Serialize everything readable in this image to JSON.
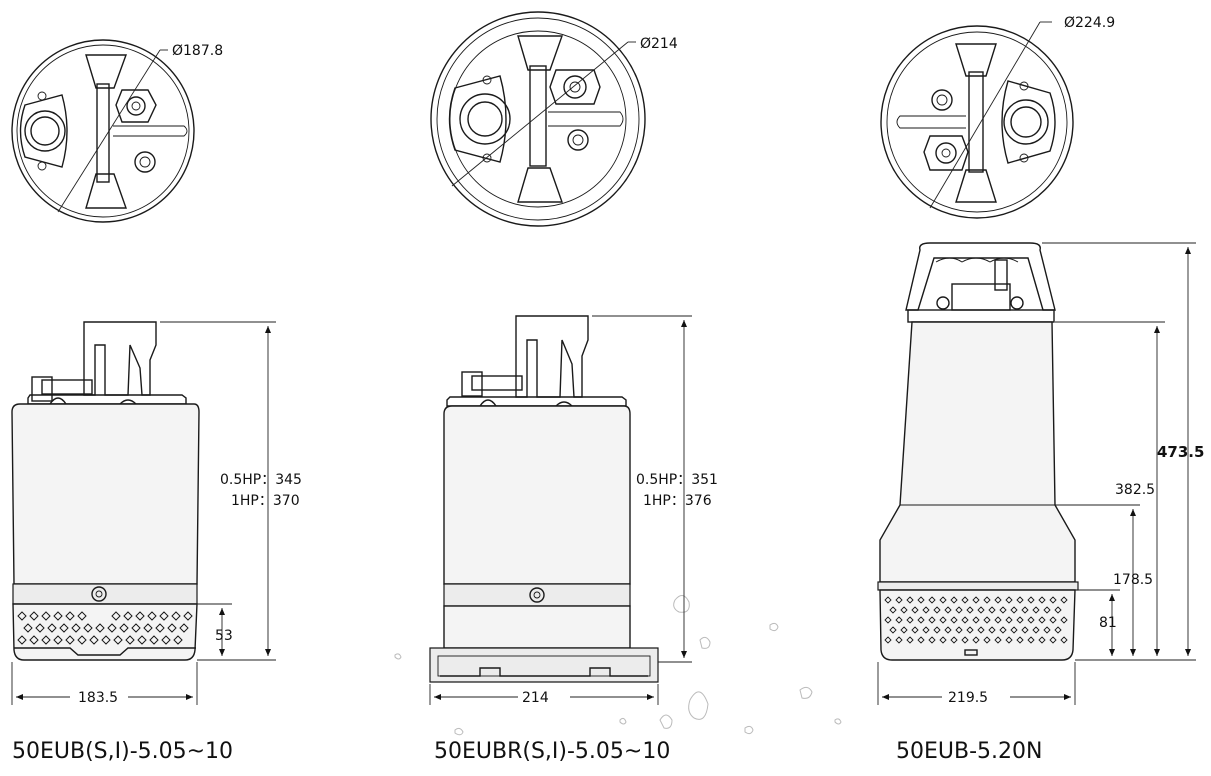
{
  "pumps": [
    {
      "model": "50EUB(S,I)-5.05~10",
      "diameter_label": "Ø187.8",
      "height_label_1": "0.5HP：345",
      "height_label_2": "1HP：370",
      "strainer_height": "53",
      "width_label": "183.5"
    },
    {
      "model": "50EUBR(S,I)-5.05~10",
      "diameter_label": "Ø214",
      "height_label_1": "0.5HP：351",
      "height_label_2": "1HP：376",
      "width_label": "214"
    },
    {
      "model": "50EUB-5.20N",
      "diameter_label": "Ø224.9",
      "total_height": "473.5",
      "body_height": "382.5",
      "band_height": "178.5",
      "strainer_height": "81",
      "width_label": "219.5"
    }
  ]
}
